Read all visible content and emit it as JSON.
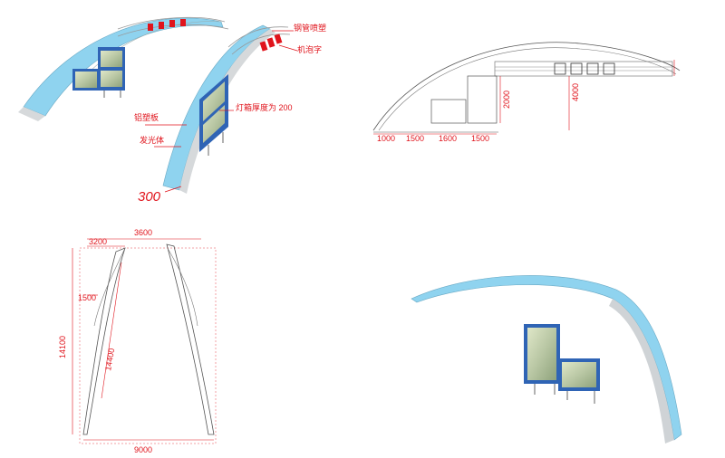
{
  "annotations": {
    "steel_pipe": "钢管喷塑",
    "light_bulb_text": "机泡字",
    "aluminum_panel": "铝塑板",
    "lightbox_thickness": "灯箱厚度为 200",
    "luminous_body": "发光体",
    "base_width": "300"
  },
  "elevation_dims": {
    "d1": "1000",
    "d2": "1500",
    "d3": "1600",
    "d4": "1500",
    "h_box": "2000",
    "h_total": "4000"
  },
  "plan_dims": {
    "top_width": "3600",
    "top_left": "3200",
    "side_offset": "1500",
    "height": "14100",
    "diagonal": "14400",
    "bottom_width": "9000"
  },
  "colors": {
    "arch_light": "#8fd3ef",
    "panel_blue": "#2f64b5",
    "red": "#e0141c"
  }
}
